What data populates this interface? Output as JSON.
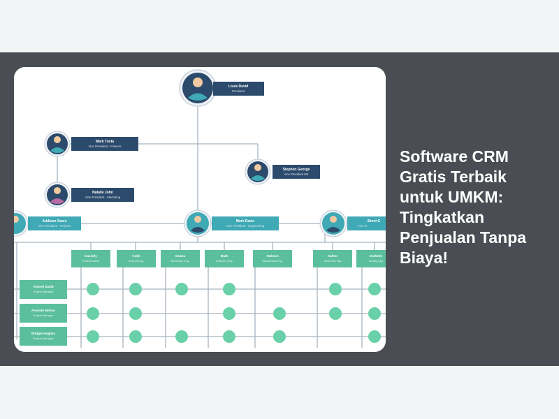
{
  "article": {
    "title": "Software CRM Gratis Terbaik untuk UMKM: Tingkatkan Penjualan Tanpa Biaya!"
  },
  "org_chart": {
    "ceo": {
      "name": "Louis David",
      "title": "President"
    },
    "vps": [
      {
        "name": "Mark Tosta",
        "title": "Vice President - Finance"
      },
      {
        "name": "Stephen George",
        "title": "Vice President HR"
      },
      {
        "name": "Natalie John",
        "title": "Vice President - Marketing"
      },
      {
        "name": "Addison Sears",
        "title": "Vice President - Projects"
      },
      {
        "name": "Mark Davis",
        "title": "Vice President - Engineering"
      },
      {
        "name": "Brent G",
        "title": "Vice Pr"
      }
    ],
    "teams": [
      {
        "name": "Cassidy",
        "role": "Project Admin"
      },
      {
        "name": "Colin",
        "role": "System Eng."
      },
      {
        "name": "Dawra",
        "role": "Electronic Eng."
      },
      {
        "name": "Mark",
        "role": "Software Eng."
      },
      {
        "name": "Hobson",
        "role": "Mechanical Eng."
      },
      {
        "name": "Kalten",
        "role": "Assembly Mgr"
      },
      {
        "name": "Draheim",
        "role": "Testing Mgr"
      }
    ],
    "managers": [
      {
        "name": "Ahmed Sahib",
        "role": "Project Manager"
      },
      {
        "name": "Amanda Mohan",
        "role": "Project Manager"
      },
      {
        "name": "Bridget Hughes",
        "role": "Project Manager"
      }
    ],
    "colors": {
      "navy": "#2c4a6b",
      "teal": "#3fa9b5",
      "green_tag": "#5bbf9e",
      "dot": "#69d0aa",
      "line": "#a7b4bf"
    }
  }
}
